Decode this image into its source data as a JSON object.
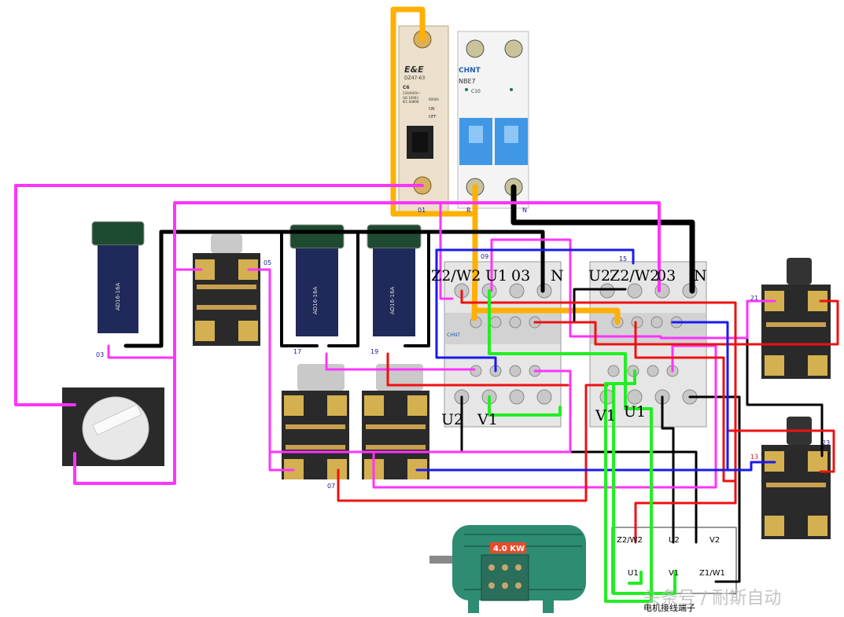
{
  "breaker_1": {
    "brand": "E&E",
    "model": "DZ47-63",
    "rating": "C6",
    "spec": "230/400V~",
    "std": "GB 10963",
    "iec": "IEC 60898",
    "capacity": "6000A",
    "on": "ON",
    "off": "OFF"
  },
  "breaker_2": {
    "brand": "CHNT",
    "model": "NBE7",
    "rating": "C10"
  },
  "contactor_1": {
    "top_left": "Z2/W2",
    "top_mid": "U1",
    "top_right": "03",
    "top_n": "N",
    "bottom_left": "U2",
    "bottom_right": "V1",
    "brand": "CHNT"
  },
  "contactor_2": {
    "top_left": "U2",
    "top_mid": "Z2/W2",
    "top_right": "03",
    "top_n": "N",
    "bottom_left": "V1",
    "bottom_right": "U1"
  },
  "terminals": {
    "t01": "01",
    "tR": "R",
    "tN": "N",
    "t03": "03",
    "t05": "05",
    "t09": "09",
    "t15": "15",
    "t17": "17",
    "t19": "19",
    "t07": "07",
    "t21": "21",
    "t23": "23",
    "t13": "13"
  },
  "lamp_text": "AD16-16A",
  "motor": {
    "power": "4.0 KW"
  },
  "motor_box": {
    "z2w2": "Z2/W2",
    "u2": "U2",
    "v2": "V2",
    "u1": "U1",
    "v1": "V1",
    "z1w1": "Z1/W1",
    "caption": "电机接线端子"
  },
  "watermark": "头条号 / 耐斯自动",
  "colors": {
    "black": "#000000",
    "magenta": "#ff33ff",
    "red": "#ee1111",
    "blue": "#1a1aee",
    "green": "#22ee22",
    "orange": "#ffb000",
    "motor": "#2d8c72"
  }
}
